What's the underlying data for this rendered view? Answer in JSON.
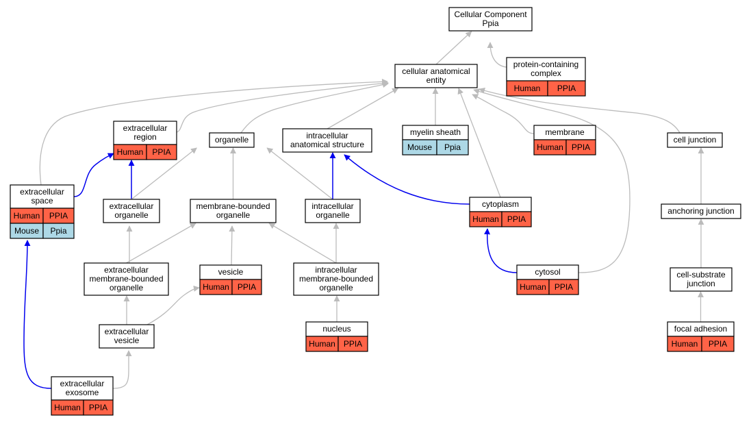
{
  "colors": {
    "human": "#ff6347",
    "mouse": "#add8e6",
    "gray_edge": "#bbbbbb",
    "blue_edge": "#0000ee"
  },
  "nodes": {
    "root": {
      "lines": [
        "Cellular Component",
        "Ppia"
      ]
    },
    "cae": {
      "lines": [
        "cellular anatomical",
        "entity"
      ]
    },
    "pcc": {
      "lines": [
        "protein-containing",
        "complex"
      ],
      "rows": [
        [
          "Human",
          "PPIA"
        ]
      ]
    },
    "extreg": {
      "lines": [
        "extracellular",
        "region"
      ],
      "rows": [
        [
          "Human",
          "PPIA"
        ]
      ]
    },
    "organelle": {
      "lines": [
        "organelle"
      ]
    },
    "ias": {
      "lines": [
        "intracellular",
        "anatomical structure"
      ]
    },
    "myelin": {
      "lines": [
        "myelin sheath"
      ],
      "rows": [
        [
          "Mouse",
          "Ppia"
        ]
      ]
    },
    "membrane": {
      "lines": [
        "membrane"
      ],
      "rows": [
        [
          "Human",
          "PPIA"
        ]
      ]
    },
    "celljunc": {
      "lines": [
        "cell junction"
      ]
    },
    "extspace": {
      "lines": [
        "extracellular",
        "space"
      ],
      "rows": [
        [
          "Human",
          "PPIA"
        ],
        [
          "Mouse",
          "Ppia"
        ]
      ]
    },
    "extorg": {
      "lines": [
        "extracellular",
        "organelle"
      ]
    },
    "mbo": {
      "lines": [
        "membrane-bounded",
        "organelle"
      ]
    },
    "intorg": {
      "lines": [
        "intracellular",
        "organelle"
      ]
    },
    "cytoplasm": {
      "lines": [
        "cytoplasm"
      ],
      "rows": [
        [
          "Human",
          "PPIA"
        ]
      ]
    },
    "anchor": {
      "lines": [
        "anchoring junction"
      ]
    },
    "embo": {
      "lines": [
        "extracellular",
        "membrane-bounded",
        "organelle"
      ]
    },
    "vesicle": {
      "lines": [
        "vesicle"
      ],
      "rows": [
        [
          "Human",
          "PPIA"
        ]
      ]
    },
    "imbo": {
      "lines": [
        "intracellular",
        "membrane-bounded",
        "organelle"
      ]
    },
    "cytosol": {
      "lines": [
        "cytosol"
      ],
      "rows": [
        [
          "Human",
          "PPIA"
        ]
      ]
    },
    "csj": {
      "lines": [
        "cell-substrate",
        "junction"
      ]
    },
    "extves": {
      "lines": [
        "extracellular",
        "vesicle"
      ]
    },
    "nucleus": {
      "lines": [
        "nucleus"
      ],
      "rows": [
        [
          "Human",
          "PPIA"
        ]
      ]
    },
    "focal": {
      "lines": [
        "focal adhesion"
      ],
      "rows": [
        [
          "Human",
          "PPIA"
        ]
      ]
    },
    "exosome": {
      "lines": [
        "extracellular",
        "exosome"
      ],
      "rows": [
        [
          "Human",
          "PPIA"
        ]
      ]
    }
  },
  "edges": [
    {
      "from": "cae",
      "to": "root",
      "color": "gray"
    },
    {
      "from": "pcc",
      "to": "root",
      "color": "gray"
    },
    {
      "from": "extreg",
      "to": "cae",
      "color": "gray"
    },
    {
      "from": "organelle",
      "to": "cae",
      "color": "gray"
    },
    {
      "from": "ias",
      "to": "cae",
      "color": "gray"
    },
    {
      "from": "myelin",
      "to": "cae",
      "color": "gray"
    },
    {
      "from": "membrane",
      "to": "cae",
      "color": "gray"
    },
    {
      "from": "celljunc",
      "to": "cae",
      "color": "gray"
    },
    {
      "from": "extspace",
      "to": "cae",
      "color": "gray"
    },
    {
      "from": "cytoplasm",
      "to": "cae",
      "color": "gray"
    },
    {
      "from": "cytosol",
      "to": "cae",
      "color": "gray"
    },
    {
      "from": "extspace",
      "to": "extreg",
      "color": "blue"
    },
    {
      "from": "extorg",
      "to": "extreg",
      "color": "blue"
    },
    {
      "from": "extorg",
      "to": "organelle",
      "color": "gray"
    },
    {
      "from": "mbo",
      "to": "organelle",
      "color": "gray"
    },
    {
      "from": "intorg",
      "to": "organelle",
      "color": "gray"
    },
    {
      "from": "intorg",
      "to": "ias",
      "color": "blue"
    },
    {
      "from": "cytoplasm",
      "to": "ias",
      "color": "blue"
    },
    {
      "from": "anchor",
      "to": "celljunc",
      "color": "gray"
    },
    {
      "from": "embo",
      "to": "extorg",
      "color": "gray"
    },
    {
      "from": "embo",
      "to": "mbo",
      "color": "gray"
    },
    {
      "from": "vesicle",
      "to": "mbo",
      "color": "gray"
    },
    {
      "from": "imbo",
      "to": "mbo",
      "color": "gray"
    },
    {
      "from": "imbo",
      "to": "intorg",
      "color": "gray"
    },
    {
      "from": "cytosol",
      "to": "cytoplasm",
      "color": "blue"
    },
    {
      "from": "csj",
      "to": "anchor",
      "color": "gray"
    },
    {
      "from": "extves",
      "to": "embo",
      "color": "gray"
    },
    {
      "from": "extves",
      "to": "vesicle",
      "color": "gray"
    },
    {
      "from": "nucleus",
      "to": "imbo",
      "color": "gray"
    },
    {
      "from": "focal",
      "to": "csj",
      "color": "gray"
    },
    {
      "from": "exosome",
      "to": "extves",
      "color": "gray"
    },
    {
      "from": "exosome",
      "to": "extspace",
      "color": "blue"
    }
  ]
}
